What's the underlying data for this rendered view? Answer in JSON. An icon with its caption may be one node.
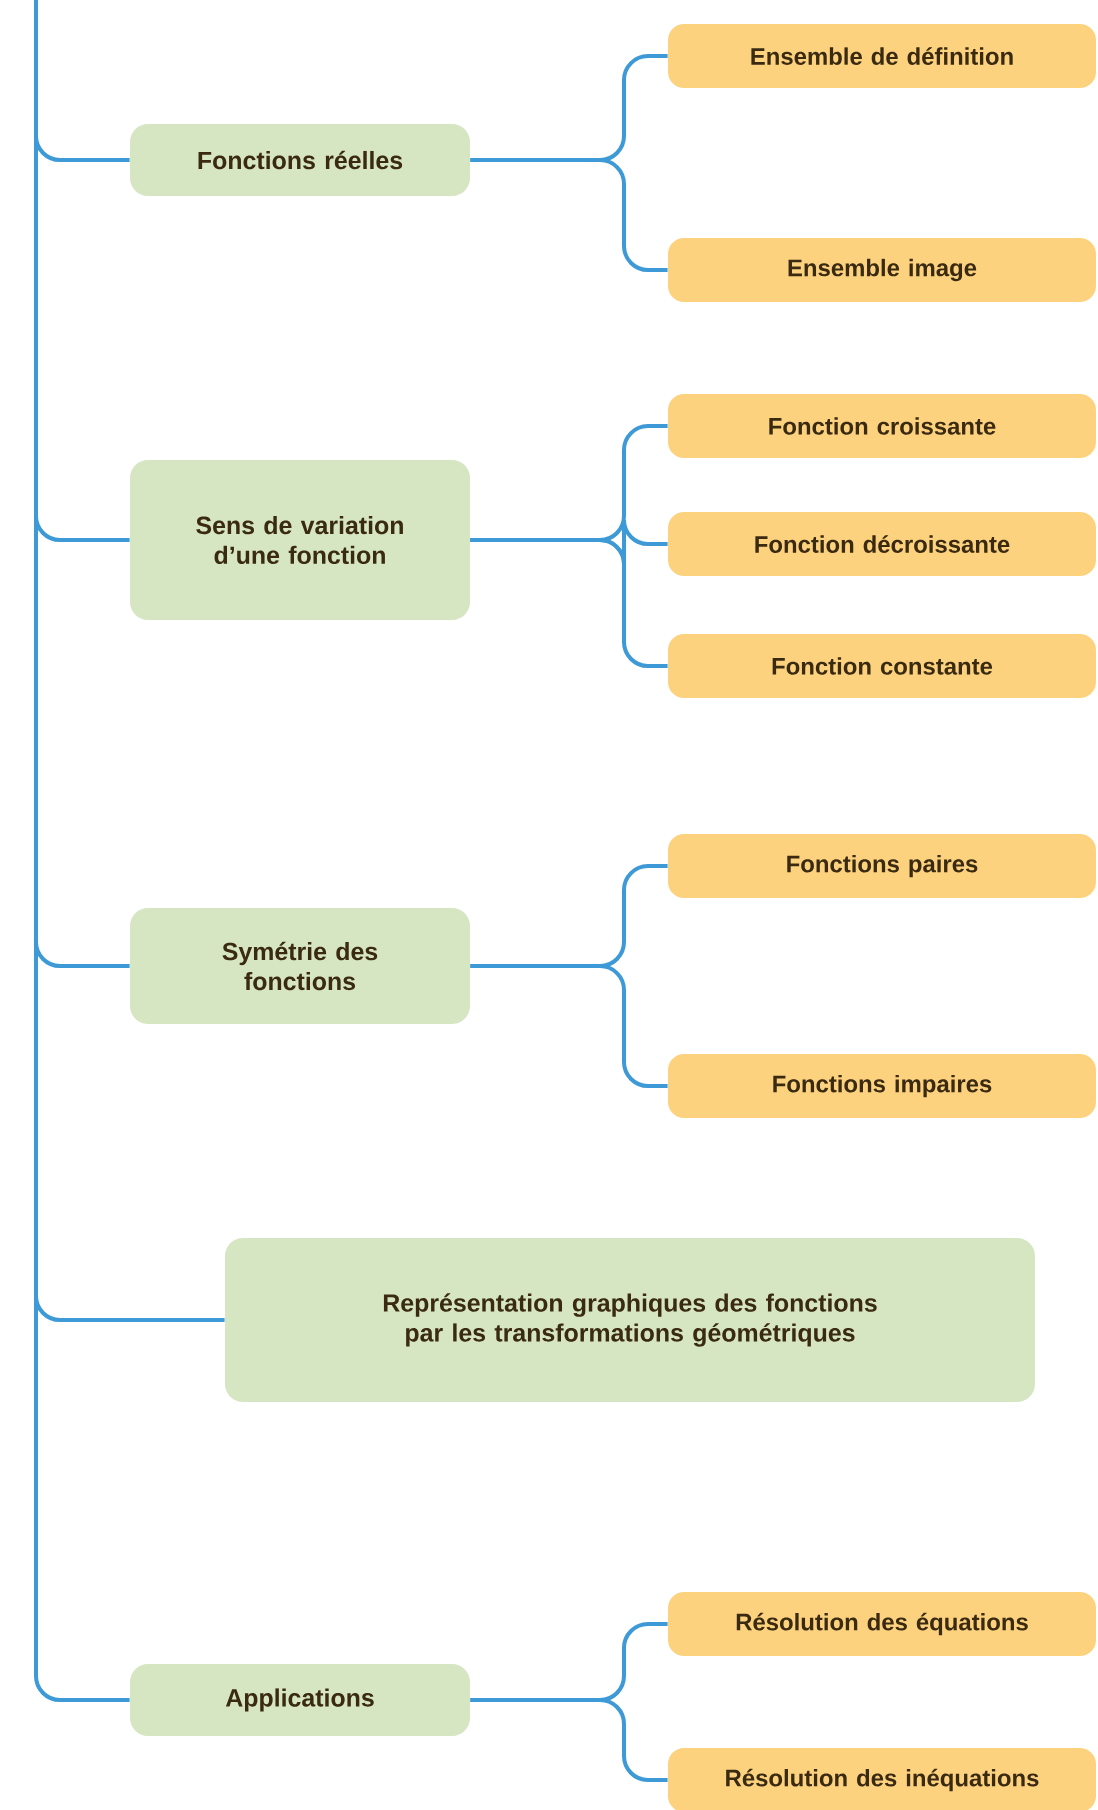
{
  "diagram": {
    "nodes": [
      {
        "text": [
          "Fonctions réelles"
        ]
      },
      {
        "text": [
          "Ensemble de définition"
        ]
      },
      {
        "text": [
          "Ensemble image"
        ]
      },
      {
        "text": [
          "Sens de variation d’une fonction"
        ]
      },
      {
        "text": [
          "Fonction croissante"
        ]
      },
      {
        "text": [
          "Fonction décroissante"
        ]
      },
      {
        "text": [
          "Fonction constante"
        ]
      },
      {
        "text": [
          "Symétrie des fonctions"
        ]
      },
      {
        "text": [
          "Fonctions paires"
        ]
      },
      {
        "text": [
          "Fonctions impaires"
        ]
      },
      {
        "text": [
          "Représentation graphiques des fonctions par les transformations géométriques"
        ]
      },
      {
        "text": [
          "Applications"
        ]
      },
      {
        "text": [
          "Résolution des équations"
        ]
      },
      {
        "text": [
          "Résolution des inéquations"
        ]
      }
    ],
    "edges": [
      {
        "from": null,
        "to": 0,
        "arrow": "none"
      },
      {
        "from": null,
        "to": 3,
        "arrow": "none"
      },
      {
        "from": null,
        "to": 7,
        "arrow": "none"
      },
      {
        "from": null,
        "to": 10,
        "arrow": "none"
      },
      {
        "from": null,
        "to": 11,
        "arrow": "none"
      },
      {
        "from": 0,
        "to": 1,
        "arrow": "none"
      },
      {
        "from": 0,
        "to": 2,
        "arrow": "none"
      },
      {
        "from": 3,
        "to": 4,
        "arrow": "none"
      },
      {
        "from": 3,
        "to": 5,
        "arrow": "none"
      },
      {
        "from": 3,
        "to": 6,
        "arrow": "none"
      },
      {
        "from": 7,
        "to": 8,
        "arrow": "none"
      },
      {
        "from": 7,
        "to": 9,
        "arrow": "none"
      },
      {
        "from": 11,
        "to": 12,
        "arrow": "none"
      },
      {
        "from": 11,
        "to": 13,
        "arrow": "none"
      }
    ]
  }
}
